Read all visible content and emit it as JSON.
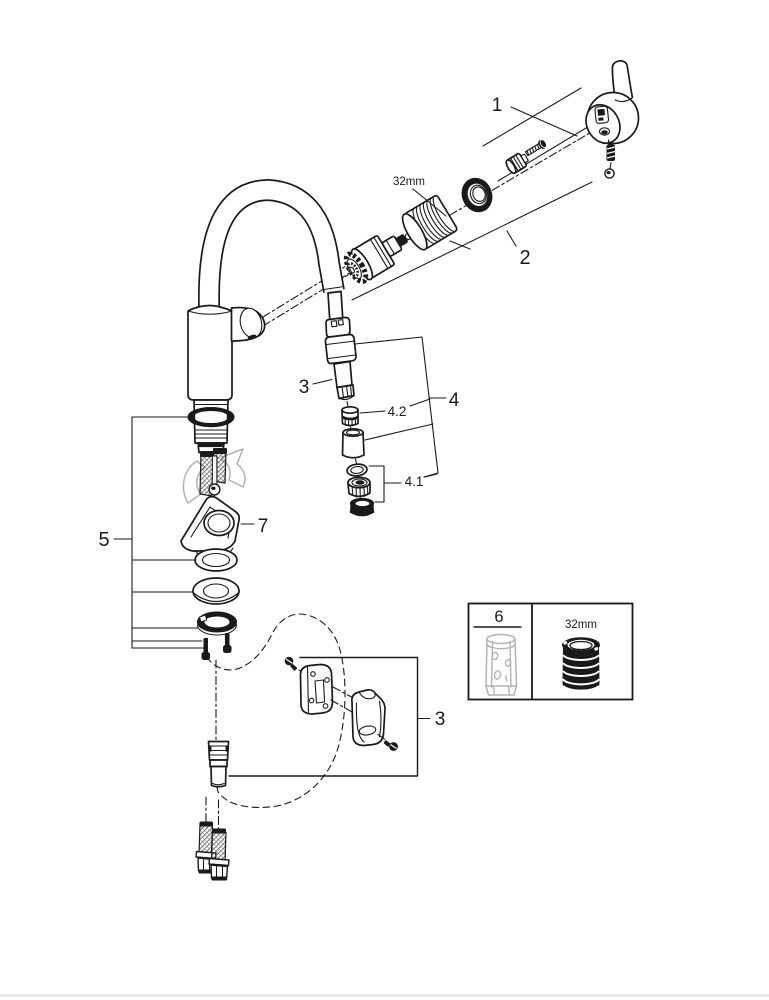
{
  "page": {
    "bg": "#ffffff",
    "bottom_rule": "#e8e8e8"
  },
  "diagram": {
    "ink": "#1a1a1a",
    "ghost": "#b3b3b3",
    "callouts": {
      "handle": "1",
      "cartridge_group": "2",
      "spray_head": "3",
      "aerator_group": "4",
      "aerator_upper": "4.2",
      "aerator_lower": "4.1",
      "mounting_set": "5",
      "retainer": "7",
      "service_tool": "6",
      "hose_clip": "3"
    },
    "annotations": {
      "nut_size": "32mm",
      "box_nut_size": "32mm"
    }
  }
}
